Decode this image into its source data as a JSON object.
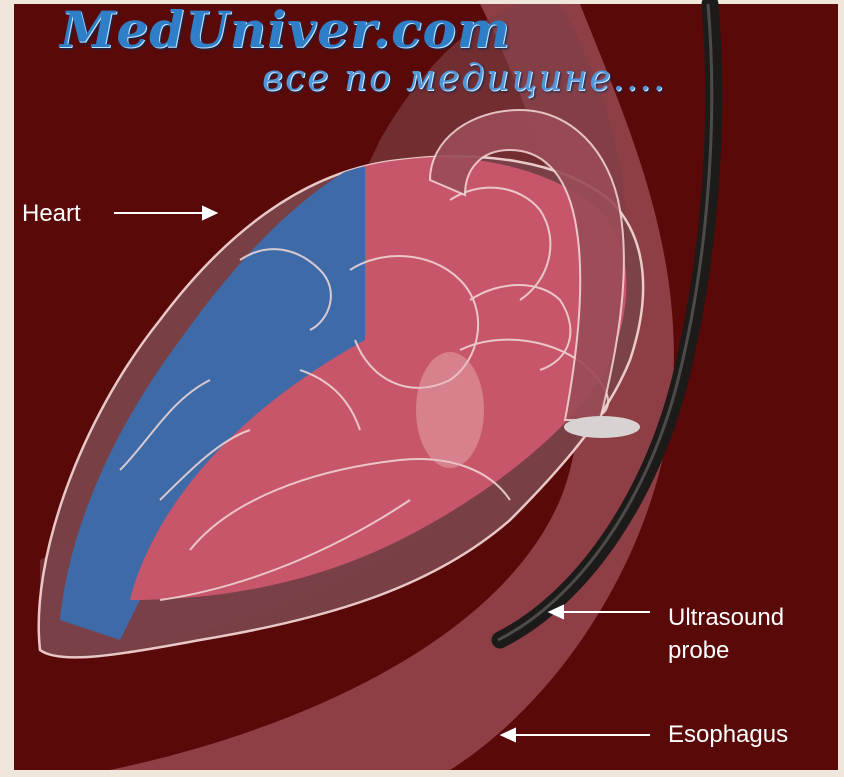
{
  "watermark": {
    "title": "MedUniver.com",
    "subtitle": "все по медицине...."
  },
  "labels": {
    "heart": "Heart",
    "probe": "Ultrasound probe",
    "esophagus": "Esophagus"
  }
}
